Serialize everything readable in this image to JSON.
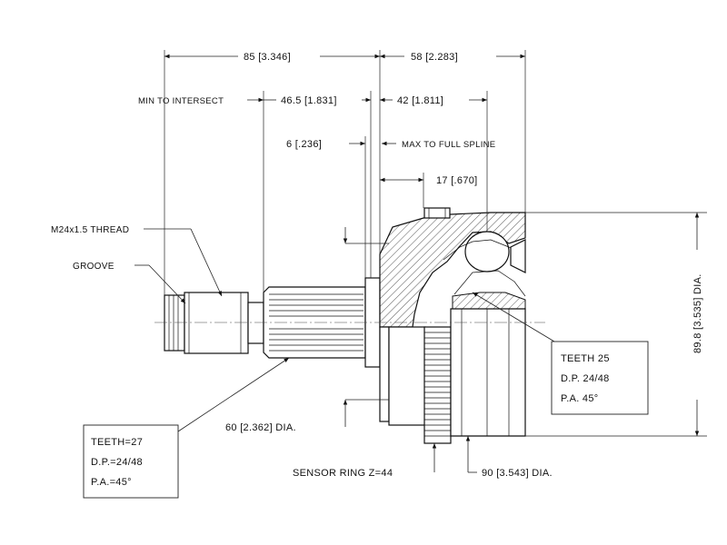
{
  "dimensions": {
    "d85": "85 [3.346]",
    "d58": "58 [2.283]",
    "min_to_intersect": "MIN TO INTERSECT",
    "d46_5": "46.5 [1.831]",
    "d42": "42 [1.811]",
    "d6": "6 [.236]",
    "max_to_full_spline": "MAX TO FULL SPLINE",
    "d17": "17 [.670]",
    "d89_8": "89.8 [3.535] DIA.",
    "d60": "60 [2.362] DIA.",
    "d90": "90 [3.543] DIA."
  },
  "labels": {
    "thread": "M24x1.5 THREAD",
    "groove": "GROOVE",
    "sensor_ring": "SENSOR RING Z=44"
  },
  "spec_boxes": {
    "shaft": [
      "TEETH=27",
      "D.P.=24/48",
      "P.A.=45°"
    ],
    "joint": [
      "TEETH 25",
      "D.P. 24/48",
      "P.A. 45°"
    ]
  }
}
